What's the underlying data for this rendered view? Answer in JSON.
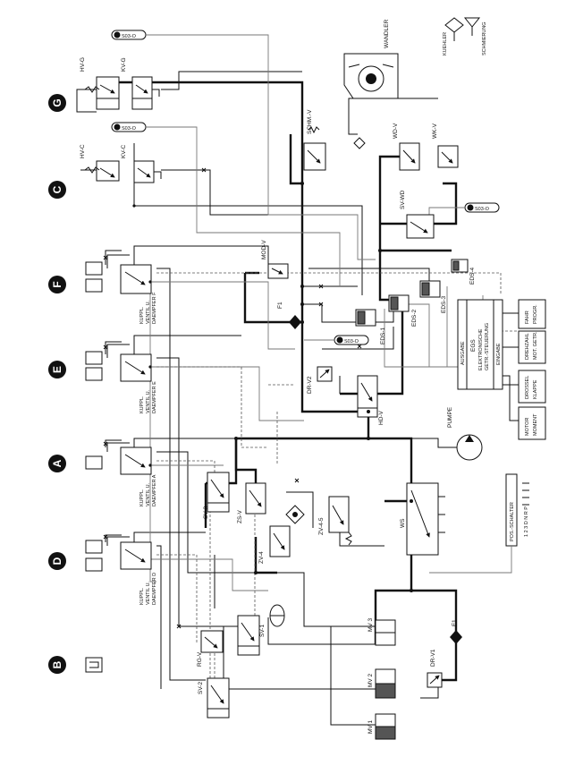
{
  "circuits": [
    "G",
    "C",
    "F",
    "E",
    "A",
    "D",
    "B"
  ],
  "sensor_tags": {
    "s_g": "S03-O",
    "s_c": "S03-O",
    "s_right": "S03-O",
    "s_center": "S03-O"
  },
  "valves": {
    "hv_g": "HV-G",
    "kv_g": "KV-G",
    "hv_c": "HV-C",
    "kv_c": "KV-C",
    "schm_v": "SCHM.-V",
    "wd_v": "WD-V",
    "wk_v": "WK-V",
    "sv_wd": "SV-WD",
    "mod_v": "MOD-V",
    "eds_1": "EDS-1",
    "eds_2": "EDS-2",
    "eds_3": "EDS-3",
    "eds_4": "EDS-4",
    "dr_v2": "DR-V2",
    "hd_v": "HD-V",
    "f1_top": "F1",
    "f1_bottom": "F1",
    "sv_3": "SV-3",
    "zs_v": "ZS-V",
    "zv_4": "ZV-4",
    "zv_45": "ZV-4-5",
    "ws": "WS",
    "rg_v": "RG-V",
    "sv_1": "SV-1",
    "sv_2": "SV-2",
    "mv_1": "MV 1",
    "mv_2": "MV 2",
    "mv_3": "MV 3",
    "dr_v1": "DR-V1"
  },
  "clutch_labels": {
    "f": [
      "KUPPL.",
      "VENTIL U.",
      "DAEMPFER F"
    ],
    "e": [
      "KUPPL.",
      "VENTIL U.",
      "DAEMPFER E"
    ],
    "a": [
      "KUPPL.",
      "VENTIL U.",
      "DAEMPFER A"
    ],
    "d": [
      "KUPPL.",
      "VENTIL U.",
      "DAEMPFER D"
    ]
  },
  "legend": {
    "kuehler": "KUEHLER",
    "schmierung": "SCHMIERUNG",
    "wandler": "WANDLER",
    "pumpe": "PUMPE"
  },
  "egs": {
    "ausgabe": "AUSGABE",
    "title": "EGS",
    "line1": "ELEKTRONISCHE",
    "line2": "GETR.-STEUERUNG",
    "eingabe": "EINGABE"
  },
  "inputs": {
    "fahrprogr": [
      "FAHR",
      "PROGR."
    ],
    "drehzahl": [
      "DREHZAHL",
      "MOT.  GETR."
    ],
    "drossel": [
      "DROSSEL",
      "KLAPPE"
    ],
    "motor": [
      "MOTOR",
      "MOMENT"
    ]
  },
  "pos_schalter": {
    "label": "POS.-SCHALTER",
    "positions": "1 2 3 D N R P"
  }
}
